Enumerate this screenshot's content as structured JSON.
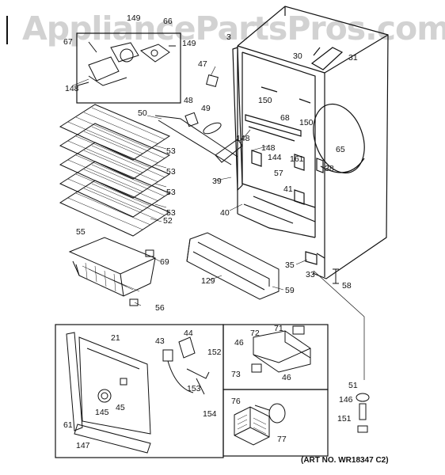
{
  "watermark": "AppliancePartsPros.com",
  "art_number": "(ART NO. WR18347 C2)",
  "part_labels": [
    {
      "id": "p149a",
      "text": "149"
    },
    {
      "id": "p149b",
      "text": "149"
    },
    {
      "id": "p66",
      "text": "66"
    },
    {
      "id": "p67",
      "text": "67"
    },
    {
      "id": "p148a",
      "text": "148"
    },
    {
      "id": "p47",
      "text": "47"
    },
    {
      "id": "p3",
      "text": "3"
    },
    {
      "id": "p30",
      "text": "30"
    },
    {
      "id": "p31",
      "text": "31"
    },
    {
      "id": "p48",
      "text": "48"
    },
    {
      "id": "p49",
      "text": "49"
    },
    {
      "id": "p50",
      "text": "50"
    },
    {
      "id": "p150a",
      "text": "150"
    },
    {
      "id": "p68",
      "text": "68"
    },
    {
      "id": "p150b",
      "text": "150"
    },
    {
      "id": "p148b",
      "text": "148"
    },
    {
      "id": "p148c",
      "text": "148"
    },
    {
      "id": "p65",
      "text": "65"
    },
    {
      "id": "p144",
      "text": "144"
    },
    {
      "id": "p161",
      "text": "161"
    },
    {
      "id": "p38",
      "text": "38"
    },
    {
      "id": "p57",
      "text": "57"
    },
    {
      "id": "p53a",
      "text": "53"
    },
    {
      "id": "p53b",
      "text": "53"
    },
    {
      "id": "p53c",
      "text": "53"
    },
    {
      "id": "p53d",
      "text": "53"
    },
    {
      "id": "p52",
      "text": "52"
    },
    {
      "id": "p39",
      "text": "39"
    },
    {
      "id": "p41",
      "text": "41"
    },
    {
      "id": "p40",
      "text": "40"
    },
    {
      "id": "p55",
      "text": "55"
    },
    {
      "id": "p69",
      "text": "69"
    },
    {
      "id": "p35",
      "text": "35"
    },
    {
      "id": "p33",
      "text": "33"
    },
    {
      "id": "p58",
      "text": "58"
    },
    {
      "id": "p129",
      "text": "129"
    },
    {
      "id": "p59",
      "text": "59"
    },
    {
      "id": "p56",
      "text": "56"
    },
    {
      "id": "p21",
      "text": "21"
    },
    {
      "id": "p43",
      "text": "43"
    },
    {
      "id": "p44",
      "text": "44"
    },
    {
      "id": "p152",
      "text": "152"
    },
    {
      "id": "p153",
      "text": "153"
    },
    {
      "id": "p154",
      "text": "154"
    },
    {
      "id": "p45",
      "text": "45"
    },
    {
      "id": "p145",
      "text": "145"
    },
    {
      "id": "p61",
      "text": "61"
    },
    {
      "id": "p147",
      "text": "147"
    },
    {
      "id": "p72",
      "text": "72"
    },
    {
      "id": "p71",
      "text": "71"
    },
    {
      "id": "p46a",
      "text": "46"
    },
    {
      "id": "p73",
      "text": "73"
    },
    {
      "id": "p46b",
      "text": "46"
    },
    {
      "id": "p76",
      "text": "76"
    },
    {
      "id": "p77",
      "text": "77"
    },
    {
      "id": "p51",
      "text": "51"
    },
    {
      "id": "p146",
      "text": "146"
    },
    {
      "id": "p151",
      "text": "151"
    }
  ]
}
